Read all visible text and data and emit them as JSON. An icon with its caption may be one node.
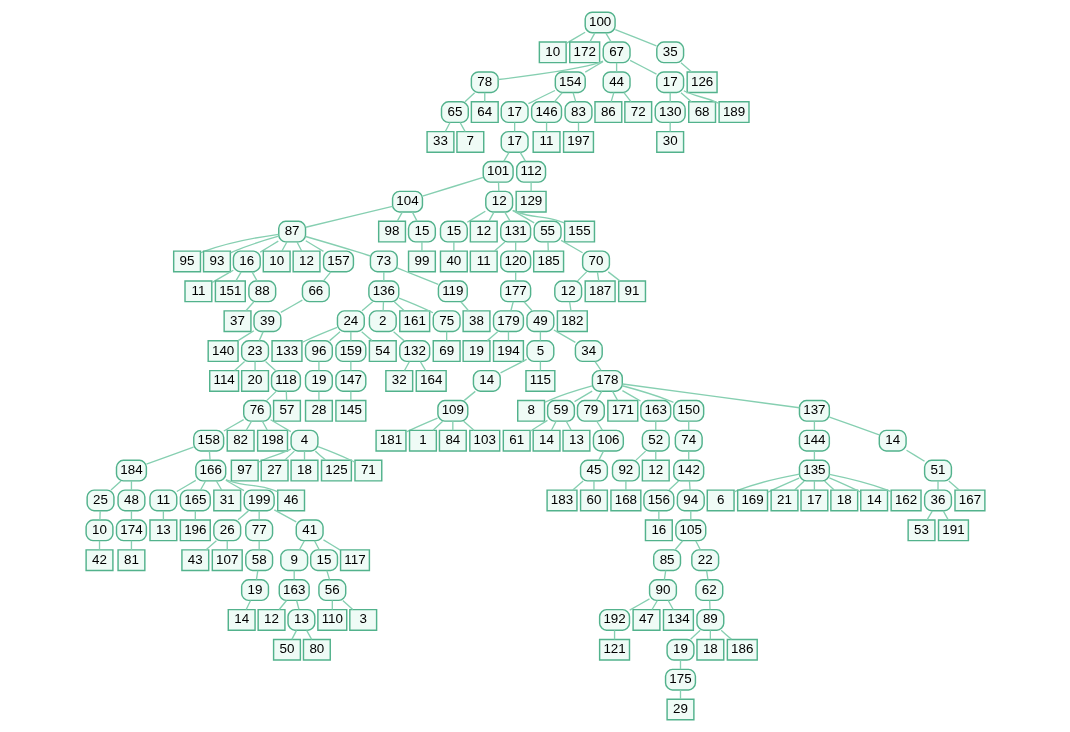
{
  "diagram": {
    "nodes": [
      {
        "text": [
          "100"
        ]
      },
      {
        "text": [
          "10"
        ]
      },
      {
        "text": [
          "172"
        ]
      },
      {
        "text": [
          "67"
        ]
      },
      {
        "text": [
          "35"
        ]
      },
      {
        "text": [
          "78"
        ]
      },
      {
        "text": [
          "154"
        ]
      },
      {
        "text": [
          "44"
        ]
      },
      {
        "text": [
          "17"
        ]
      },
      {
        "text": [
          "126"
        ]
      },
      {
        "text": [
          "65"
        ]
      },
      {
        "text": [
          "64"
        ]
      },
      {
        "text": [
          "17"
        ]
      },
      {
        "text": [
          "146"
        ]
      },
      {
        "text": [
          "83"
        ]
      },
      {
        "text": [
          "86"
        ]
      },
      {
        "text": [
          "72"
        ]
      },
      {
        "text": [
          "130"
        ]
      },
      {
        "text": [
          "68"
        ]
      },
      {
        "text": [
          "189"
        ]
      },
      {
        "text": [
          "33"
        ]
      },
      {
        "text": [
          "7"
        ]
      },
      {
        "text": [
          "17"
        ]
      },
      {
        "text": [
          "11"
        ]
      },
      {
        "text": [
          "197"
        ]
      },
      {
        "text": [
          "30"
        ]
      },
      {
        "text": [
          "101"
        ]
      },
      {
        "text": [
          "112"
        ]
      },
      {
        "text": [
          "104"
        ]
      },
      {
        "text": [
          "12"
        ]
      },
      {
        "text": [
          "129"
        ]
      },
      {
        "text": [
          "87"
        ]
      },
      {
        "text": [
          "98"
        ]
      },
      {
        "text": [
          "15"
        ]
      },
      {
        "text": [
          "15"
        ]
      },
      {
        "text": [
          "12"
        ]
      },
      {
        "text": [
          "131"
        ]
      },
      {
        "text": [
          "55"
        ]
      },
      {
        "text": [
          "155"
        ]
      },
      {
        "text": [
          "95"
        ]
      },
      {
        "text": [
          "93"
        ]
      },
      {
        "text": [
          "16"
        ]
      },
      {
        "text": [
          "10"
        ]
      },
      {
        "text": [
          "12"
        ]
      },
      {
        "text": [
          "157"
        ]
      },
      {
        "text": [
          "73"
        ]
      },
      {
        "text": [
          "99"
        ]
      },
      {
        "text": [
          "40"
        ]
      },
      {
        "text": [
          "11"
        ]
      },
      {
        "text": [
          "120"
        ]
      },
      {
        "text": [
          "185"
        ]
      },
      {
        "text": [
          "70"
        ]
      },
      {
        "text": [
          "11"
        ]
      },
      {
        "text": [
          "151"
        ]
      },
      {
        "text": [
          "88"
        ]
      },
      {
        "text": [
          "66"
        ]
      },
      {
        "text": [
          "136"
        ]
      },
      {
        "text": [
          "119"
        ]
      },
      {
        "text": [
          "177"
        ]
      },
      {
        "text": [
          "12"
        ]
      },
      {
        "text": [
          "187"
        ]
      },
      {
        "text": [
          "91"
        ]
      },
      {
        "text": [
          "37"
        ]
      },
      {
        "text": [
          "39"
        ]
      },
      {
        "text": [
          "24"
        ]
      },
      {
        "text": [
          "2"
        ]
      },
      {
        "text": [
          "161"
        ]
      },
      {
        "text": [
          "75"
        ]
      },
      {
        "text": [
          "38"
        ]
      },
      {
        "text": [
          "179"
        ]
      },
      {
        "text": [
          "49"
        ]
      },
      {
        "text": [
          "182"
        ]
      },
      {
        "text": [
          "140"
        ]
      },
      {
        "text": [
          "23"
        ]
      },
      {
        "text": [
          "133"
        ]
      },
      {
        "text": [
          "96"
        ]
      },
      {
        "text": [
          "159"
        ]
      },
      {
        "text": [
          "54"
        ]
      },
      {
        "text": [
          "132"
        ]
      },
      {
        "text": [
          "69"
        ]
      },
      {
        "text": [
          "19"
        ]
      },
      {
        "text": [
          "194"
        ]
      },
      {
        "text": [
          "5"
        ]
      },
      {
        "text": [
          "34"
        ]
      },
      {
        "text": [
          "114"
        ]
      },
      {
        "text": [
          "20"
        ]
      },
      {
        "text": [
          "118"
        ]
      },
      {
        "text": [
          "19"
        ]
      },
      {
        "text": [
          "147"
        ]
      },
      {
        "text": [
          "32"
        ]
      },
      {
        "text": [
          "164"
        ]
      },
      {
        "text": [
          "14"
        ]
      },
      {
        "text": [
          "115"
        ]
      },
      {
        "text": [
          "178"
        ]
      },
      {
        "text": [
          "76"
        ]
      },
      {
        "text": [
          "57"
        ]
      },
      {
        "text": [
          "28"
        ]
      },
      {
        "text": [
          "145"
        ]
      },
      {
        "text": [
          "109"
        ]
      },
      {
        "text": [
          "8"
        ]
      },
      {
        "text": [
          "59"
        ]
      },
      {
        "text": [
          "79"
        ]
      },
      {
        "text": [
          "171"
        ]
      },
      {
        "text": [
          "163"
        ]
      },
      {
        "text": [
          "150"
        ]
      },
      {
        "text": [
          "137"
        ]
      },
      {
        "text": [
          "158"
        ]
      },
      {
        "text": [
          "82"
        ]
      },
      {
        "text": [
          "198"
        ]
      },
      {
        "text": [
          "4"
        ]
      },
      {
        "text": [
          "181"
        ]
      },
      {
        "text": [
          "1"
        ]
      },
      {
        "text": [
          "84"
        ]
      },
      {
        "text": [
          "103"
        ]
      },
      {
        "text": [
          "61"
        ]
      },
      {
        "text": [
          "14"
        ]
      },
      {
        "text": [
          "13"
        ]
      },
      {
        "text": [
          "106"
        ]
      },
      {
        "text": [
          "52"
        ]
      },
      {
        "text": [
          "74"
        ]
      },
      {
        "text": [
          "144"
        ]
      },
      {
        "text": [
          "14"
        ]
      },
      {
        "text": [
          "184"
        ]
      },
      {
        "text": [
          "166"
        ]
      },
      {
        "text": [
          "97"
        ]
      },
      {
        "text": [
          "27"
        ]
      },
      {
        "text": [
          "18"
        ]
      },
      {
        "text": [
          "125"
        ]
      },
      {
        "text": [
          "71"
        ]
      },
      {
        "text": [
          "45"
        ]
      },
      {
        "text": [
          "92"
        ]
      },
      {
        "text": [
          "12"
        ]
      },
      {
        "text": [
          "142"
        ]
      },
      {
        "text": [
          "135"
        ]
      },
      {
        "text": [
          "51"
        ]
      },
      {
        "text": [
          "25"
        ]
      },
      {
        "text": [
          "48"
        ]
      },
      {
        "text": [
          "11"
        ]
      },
      {
        "text": [
          "165"
        ]
      },
      {
        "text": [
          "31"
        ]
      },
      {
        "text": [
          "199"
        ]
      },
      {
        "text": [
          "46"
        ]
      },
      {
        "text": [
          "183"
        ]
      },
      {
        "text": [
          "60"
        ]
      },
      {
        "text": [
          "168"
        ]
      },
      {
        "text": [
          "156"
        ]
      },
      {
        "text": [
          "94"
        ]
      },
      {
        "text": [
          "6"
        ]
      },
      {
        "text": [
          "169"
        ]
      },
      {
        "text": [
          "21"
        ]
      },
      {
        "text": [
          "17"
        ]
      },
      {
        "text": [
          "18"
        ]
      },
      {
        "text": [
          "14"
        ]
      },
      {
        "text": [
          "162"
        ]
      },
      {
        "text": [
          "36"
        ]
      },
      {
        "text": [
          "167"
        ]
      },
      {
        "text": [
          "10"
        ]
      },
      {
        "text": [
          "174"
        ]
      },
      {
        "text": [
          "13"
        ]
      },
      {
        "text": [
          "196"
        ]
      },
      {
        "text": [
          "26"
        ]
      },
      {
        "text": [
          "77"
        ]
      },
      {
        "text": [
          "41"
        ]
      },
      {
        "text": [
          "16"
        ]
      },
      {
        "text": [
          "105"
        ]
      },
      {
        "text": [
          "53"
        ]
      },
      {
        "text": [
          "191"
        ]
      },
      {
        "text": [
          "42"
        ]
      },
      {
        "text": [
          "81"
        ]
      },
      {
        "text": [
          "43"
        ]
      },
      {
        "text": [
          "107"
        ]
      },
      {
        "text": [
          "58"
        ]
      },
      {
        "text": [
          "9"
        ]
      },
      {
        "text": [
          "15"
        ]
      },
      {
        "text": [
          "117"
        ]
      },
      {
        "text": [
          "85"
        ]
      },
      {
        "text": [
          "22"
        ]
      },
      {
        "text": [
          "19"
        ]
      },
      {
        "text": [
          "163"
        ]
      },
      {
        "text": [
          "56"
        ]
      },
      {
        "text": [
          "90"
        ]
      },
      {
        "text": [
          "62"
        ]
      },
      {
        "text": [
          "14"
        ]
      },
      {
        "text": [
          "12"
        ]
      },
      {
        "text": [
          "13"
        ]
      },
      {
        "text": [
          "110"
        ]
      },
      {
        "text": [
          "3"
        ]
      },
      {
        "text": [
          "192"
        ]
      },
      {
        "text": [
          "47"
        ]
      },
      {
        "text": [
          "134"
        ]
      },
      {
        "text": [
          "89"
        ]
      },
      {
        "text": [
          "50"
        ]
      },
      {
        "text": [
          "80"
        ]
      },
      {
        "text": [
          "121"
        ]
      },
      {
        "text": [
          "19"
        ]
      },
      {
        "text": [
          "18"
        ]
      },
      {
        "text": [
          "186"
        ]
      },
      {
        "text": [
          "175"
        ]
      },
      {
        "text": [
          "29"
        ]
      }
    ],
    "edges": [
      {
        "from": 0,
        "to": 1,
        "arrow": "none"
      },
      {
        "from": 0,
        "to": 2,
        "arrow": "none"
      },
      {
        "from": 0,
        "to": 3,
        "arrow": "none"
      },
      {
        "from": 0,
        "to": 4,
        "arrow": "none"
      },
      {
        "from": 3,
        "to": 5,
        "arrow": "none"
      },
      {
        "from": 3,
        "to": 6,
        "arrow": "none"
      },
      {
        "from": 3,
        "to": 7,
        "arrow": "none"
      },
      {
        "from": 3,
        "to": 8,
        "arrow": "none"
      },
      {
        "from": 4,
        "to": 9,
        "arrow": "none"
      },
      {
        "from": 5,
        "to": 10,
        "arrow": "none"
      },
      {
        "from": 5,
        "to": 11,
        "arrow": "none"
      },
      {
        "from": 6,
        "to": 12,
        "arrow": "none"
      },
      {
        "from": 6,
        "to": 13,
        "arrow": "none"
      },
      {
        "from": 6,
        "to": 14,
        "arrow": "none"
      },
      {
        "from": 7,
        "to": 15,
        "arrow": "none"
      },
      {
        "from": 7,
        "to": 16,
        "arrow": "none"
      },
      {
        "from": 8,
        "to": 17,
        "arrow": "none"
      },
      {
        "from": 8,
        "to": 18,
        "arrow": "none"
      },
      {
        "from": 8,
        "to": 19,
        "arrow": "none"
      },
      {
        "from": 10,
        "to": 20,
        "arrow": "none"
      },
      {
        "from": 10,
        "to": 21,
        "arrow": "none"
      },
      {
        "from": 12,
        "to": 22,
        "arrow": "none"
      },
      {
        "from": 13,
        "to": 23,
        "arrow": "none"
      },
      {
        "from": 14,
        "to": 24,
        "arrow": "none"
      },
      {
        "from": 17,
        "to": 25,
        "arrow": "none"
      },
      {
        "from": 22,
        "to": 26,
        "arrow": "none"
      },
      {
        "from": 22,
        "to": 27,
        "arrow": "none"
      },
      {
        "from": 26,
        "to": 28,
        "arrow": "none"
      },
      {
        "from": 26,
        "to": 29,
        "arrow": "none"
      },
      {
        "from": 27,
        "to": 30,
        "arrow": "none"
      },
      {
        "from": 28,
        "to": 31,
        "arrow": "none"
      },
      {
        "from": 28,
        "to": 32,
        "arrow": "none"
      },
      {
        "from": 28,
        "to": 33,
        "arrow": "none"
      },
      {
        "from": 29,
        "to": 34,
        "arrow": "none"
      },
      {
        "from": 29,
        "to": 35,
        "arrow": "none"
      },
      {
        "from": 29,
        "to": 36,
        "arrow": "none"
      },
      {
        "from": 29,
        "to": 37,
        "arrow": "none"
      },
      {
        "from": 29,
        "to": 38,
        "arrow": "none"
      },
      {
        "from": 31,
        "to": 39,
        "arrow": "none"
      },
      {
        "from": 31,
        "to": 40,
        "arrow": "none"
      },
      {
        "from": 31,
        "to": 41,
        "arrow": "none"
      },
      {
        "from": 31,
        "to": 42,
        "arrow": "none"
      },
      {
        "from": 31,
        "to": 43,
        "arrow": "none"
      },
      {
        "from": 31,
        "to": 44,
        "arrow": "none"
      },
      {
        "from": 31,
        "to": 45,
        "arrow": "none"
      },
      {
        "from": 33,
        "to": 46,
        "arrow": "none"
      },
      {
        "from": 34,
        "to": 47,
        "arrow": "none"
      },
      {
        "from": 36,
        "to": 48,
        "arrow": "none"
      },
      {
        "from": 36,
        "to": 49,
        "arrow": "none"
      },
      {
        "from": 37,
        "to": 50,
        "arrow": "none"
      },
      {
        "from": 37,
        "to": 51,
        "arrow": "none"
      },
      {
        "from": 41,
        "to": 52,
        "arrow": "none"
      },
      {
        "from": 41,
        "to": 53,
        "arrow": "none"
      },
      {
        "from": 41,
        "to": 54,
        "arrow": "none"
      },
      {
        "from": 44,
        "to": 55,
        "arrow": "none"
      },
      {
        "from": 45,
        "to": 56,
        "arrow": "none"
      },
      {
        "from": 45,
        "to": 57,
        "arrow": "none"
      },
      {
        "from": 49,
        "to": 58,
        "arrow": "none"
      },
      {
        "from": 51,
        "to": 59,
        "arrow": "none"
      },
      {
        "from": 51,
        "to": 60,
        "arrow": "none"
      },
      {
        "from": 51,
        "to": 61,
        "arrow": "none"
      },
      {
        "from": 54,
        "to": 62,
        "arrow": "none"
      },
      {
        "from": 55,
        "to": 63,
        "arrow": "none"
      },
      {
        "from": 56,
        "to": 64,
        "arrow": "none"
      },
      {
        "from": 56,
        "to": 65,
        "arrow": "none"
      },
      {
        "from": 56,
        "to": 66,
        "arrow": "none"
      },
      {
        "from": 56,
        "to": 67,
        "arrow": "none"
      },
      {
        "from": 57,
        "to": 68,
        "arrow": "none"
      },
      {
        "from": 58,
        "to": 69,
        "arrow": "none"
      },
      {
        "from": 58,
        "to": 70,
        "arrow": "none"
      },
      {
        "from": 59,
        "to": 71,
        "arrow": "none"
      },
      {
        "from": 63,
        "to": 72,
        "arrow": "none"
      },
      {
        "from": 63,
        "to": 73,
        "arrow": "none"
      },
      {
        "from": 64,
        "to": 74,
        "arrow": "none"
      },
      {
        "from": 64,
        "to": 75,
        "arrow": "none"
      },
      {
        "from": 64,
        "to": 76,
        "arrow": "none"
      },
      {
        "from": 64,
        "to": 77,
        "arrow": "none"
      },
      {
        "from": 65,
        "to": 78,
        "arrow": "none"
      },
      {
        "from": 67,
        "to": 79,
        "arrow": "none"
      },
      {
        "from": 69,
        "to": 80,
        "arrow": "none"
      },
      {
        "from": 69,
        "to": 81,
        "arrow": "none"
      },
      {
        "from": 70,
        "to": 82,
        "arrow": "none"
      },
      {
        "from": 70,
        "to": 83,
        "arrow": "none"
      },
      {
        "from": 73,
        "to": 84,
        "arrow": "none"
      },
      {
        "from": 73,
        "to": 85,
        "arrow": "none"
      },
      {
        "from": 73,
        "to": 86,
        "arrow": "none"
      },
      {
        "from": 75,
        "to": 87,
        "arrow": "none"
      },
      {
        "from": 76,
        "to": 88,
        "arrow": "none"
      },
      {
        "from": 78,
        "to": 89,
        "arrow": "none"
      },
      {
        "from": 78,
        "to": 90,
        "arrow": "none"
      },
      {
        "from": 82,
        "to": 91,
        "arrow": "none"
      },
      {
        "from": 82,
        "to": 92,
        "arrow": "none"
      },
      {
        "from": 83,
        "to": 93,
        "arrow": "none"
      },
      {
        "from": 86,
        "to": 94,
        "arrow": "none"
      },
      {
        "from": 86,
        "to": 95,
        "arrow": "none"
      },
      {
        "from": 87,
        "to": 96,
        "arrow": "none"
      },
      {
        "from": 88,
        "to": 97,
        "arrow": "none"
      },
      {
        "from": 91,
        "to": 98,
        "arrow": "none"
      },
      {
        "from": 93,
        "to": 99,
        "arrow": "none"
      },
      {
        "from": 93,
        "to": 100,
        "arrow": "none"
      },
      {
        "from": 93,
        "to": 101,
        "arrow": "none"
      },
      {
        "from": 93,
        "to": 102,
        "arrow": "none"
      },
      {
        "from": 93,
        "to": 103,
        "arrow": "none"
      },
      {
        "from": 93,
        "to": 104,
        "arrow": "none"
      },
      {
        "from": 93,
        "to": 105,
        "arrow": "none"
      },
      {
        "from": 94,
        "to": 106,
        "arrow": "none"
      },
      {
        "from": 94,
        "to": 107,
        "arrow": "none"
      },
      {
        "from": 94,
        "to": 108,
        "arrow": "none"
      },
      {
        "from": 94,
        "to": 109,
        "arrow": "none"
      },
      {
        "from": 98,
        "to": 110,
        "arrow": "none"
      },
      {
        "from": 98,
        "to": 111,
        "arrow": "none"
      },
      {
        "from": 98,
        "to": 112,
        "arrow": "none"
      },
      {
        "from": 98,
        "to": 113,
        "arrow": "none"
      },
      {
        "from": 100,
        "to": 114,
        "arrow": "none"
      },
      {
        "from": 100,
        "to": 115,
        "arrow": "none"
      },
      {
        "from": 100,
        "to": 116,
        "arrow": "none"
      },
      {
        "from": 101,
        "to": 117,
        "arrow": "none"
      },
      {
        "from": 103,
        "to": 118,
        "arrow": "none"
      },
      {
        "from": 104,
        "to": 119,
        "arrow": "none"
      },
      {
        "from": 105,
        "to": 120,
        "arrow": "none"
      },
      {
        "from": 105,
        "to": 121,
        "arrow": "none"
      },
      {
        "from": 106,
        "to": 122,
        "arrow": "none"
      },
      {
        "from": 106,
        "to": 123,
        "arrow": "none"
      },
      {
        "from": 109,
        "to": 124,
        "arrow": "none"
      },
      {
        "from": 109,
        "to": 125,
        "arrow": "none"
      },
      {
        "from": 109,
        "to": 126,
        "arrow": "none"
      },
      {
        "from": 109,
        "to": 127,
        "arrow": "none"
      },
      {
        "from": 109,
        "to": 128,
        "arrow": "none"
      },
      {
        "from": 117,
        "to": 129,
        "arrow": "none"
      },
      {
        "from": 118,
        "to": 130,
        "arrow": "none"
      },
      {
        "from": 118,
        "to": 131,
        "arrow": "none"
      },
      {
        "from": 119,
        "to": 132,
        "arrow": "none"
      },
      {
        "from": 120,
        "to": 133,
        "arrow": "none"
      },
      {
        "from": 121,
        "to": 134,
        "arrow": "none"
      },
      {
        "from": 122,
        "to": 135,
        "arrow": "none"
      },
      {
        "from": 122,
        "to": 136,
        "arrow": "none"
      },
      {
        "from": 123,
        "to": 137,
        "arrow": "none"
      },
      {
        "from": 123,
        "to": 138,
        "arrow": "none"
      },
      {
        "from": 123,
        "to": 139,
        "arrow": "none"
      },
      {
        "from": 123,
        "to": 140,
        "arrow": "none"
      },
      {
        "from": 123,
        "to": 141,
        "arrow": "none"
      },
      {
        "from": 129,
        "to": 142,
        "arrow": "none"
      },
      {
        "from": 129,
        "to": 143,
        "arrow": "none"
      },
      {
        "from": 130,
        "to": 144,
        "arrow": "none"
      },
      {
        "from": 132,
        "to": 145,
        "arrow": "none"
      },
      {
        "from": 132,
        "to": 146,
        "arrow": "none"
      },
      {
        "from": 133,
        "to": 147,
        "arrow": "none"
      },
      {
        "from": 133,
        "to": 148,
        "arrow": "none"
      },
      {
        "from": 133,
        "to": 149,
        "arrow": "none"
      },
      {
        "from": 133,
        "to": 150,
        "arrow": "none"
      },
      {
        "from": 133,
        "to": 151,
        "arrow": "none"
      },
      {
        "from": 133,
        "to": 152,
        "arrow": "none"
      },
      {
        "from": 133,
        "to": 153,
        "arrow": "none"
      },
      {
        "from": 134,
        "to": 154,
        "arrow": "none"
      },
      {
        "from": 134,
        "to": 155,
        "arrow": "none"
      },
      {
        "from": 135,
        "to": 156,
        "arrow": "none"
      },
      {
        "from": 136,
        "to": 157,
        "arrow": "none"
      },
      {
        "from": 137,
        "to": 158,
        "arrow": "none"
      },
      {
        "from": 138,
        "to": 159,
        "arrow": "none"
      },
      {
        "from": 140,
        "to": 160,
        "arrow": "none"
      },
      {
        "from": 140,
        "to": 161,
        "arrow": "none"
      },
      {
        "from": 140,
        "to": 162,
        "arrow": "none"
      },
      {
        "from": 145,
        "to": 163,
        "arrow": "none"
      },
      {
        "from": 146,
        "to": 164,
        "arrow": "none"
      },
      {
        "from": 154,
        "to": 165,
        "arrow": "none"
      },
      {
        "from": 154,
        "to": 166,
        "arrow": "none"
      },
      {
        "from": 156,
        "to": 167,
        "arrow": "none"
      },
      {
        "from": 157,
        "to": 168,
        "arrow": "none"
      },
      {
        "from": 160,
        "to": 169,
        "arrow": "none"
      },
      {
        "from": 160,
        "to": 170,
        "arrow": "none"
      },
      {
        "from": 161,
        "to": 171,
        "arrow": "none"
      },
      {
        "from": 162,
        "to": 172,
        "arrow": "none"
      },
      {
        "from": 162,
        "to": 173,
        "arrow": "none"
      },
      {
        "from": 162,
        "to": 174,
        "arrow": "none"
      },
      {
        "from": 164,
        "to": 175,
        "arrow": "none"
      },
      {
        "from": 164,
        "to": 176,
        "arrow": "none"
      },
      {
        "from": 171,
        "to": 177,
        "arrow": "none"
      },
      {
        "from": 172,
        "to": 178,
        "arrow": "none"
      },
      {
        "from": 173,
        "to": 179,
        "arrow": "none"
      },
      {
        "from": 175,
        "to": 180,
        "arrow": "none"
      },
      {
        "from": 176,
        "to": 181,
        "arrow": "none"
      },
      {
        "from": 177,
        "to": 182,
        "arrow": "none"
      },
      {
        "from": 178,
        "to": 183,
        "arrow": "none"
      },
      {
        "from": 178,
        "to": 184,
        "arrow": "none"
      },
      {
        "from": 179,
        "to": 185,
        "arrow": "none"
      },
      {
        "from": 179,
        "to": 186,
        "arrow": "none"
      },
      {
        "from": 180,
        "to": 187,
        "arrow": "none"
      },
      {
        "from": 180,
        "to": 188,
        "arrow": "none"
      },
      {
        "from": 180,
        "to": 189,
        "arrow": "none"
      },
      {
        "from": 181,
        "to": 190,
        "arrow": "none"
      },
      {
        "from": 184,
        "to": 191,
        "arrow": "none"
      },
      {
        "from": 184,
        "to": 192,
        "arrow": "none"
      },
      {
        "from": 187,
        "to": 193,
        "arrow": "none"
      },
      {
        "from": 190,
        "to": 194,
        "arrow": "none"
      },
      {
        "from": 190,
        "to": 195,
        "arrow": "none"
      },
      {
        "from": 190,
        "to": 196,
        "arrow": "none"
      },
      {
        "from": 194,
        "to": 197,
        "arrow": "none"
      },
      {
        "from": 197,
        "to": 198,
        "arrow": "none"
      }
    ]
  }
}
